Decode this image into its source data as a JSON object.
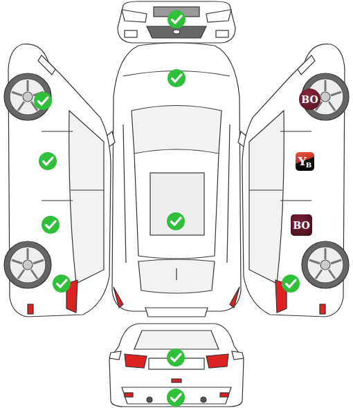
{
  "diagram": {
    "nodes": [
      {
        "text": [
          "BO"
        ]
      },
      {
        "text": [
          "Y",
          "B"
        ]
      },
      {
        "text": [
          "BO"
        ]
      }
    ]
  }
}
